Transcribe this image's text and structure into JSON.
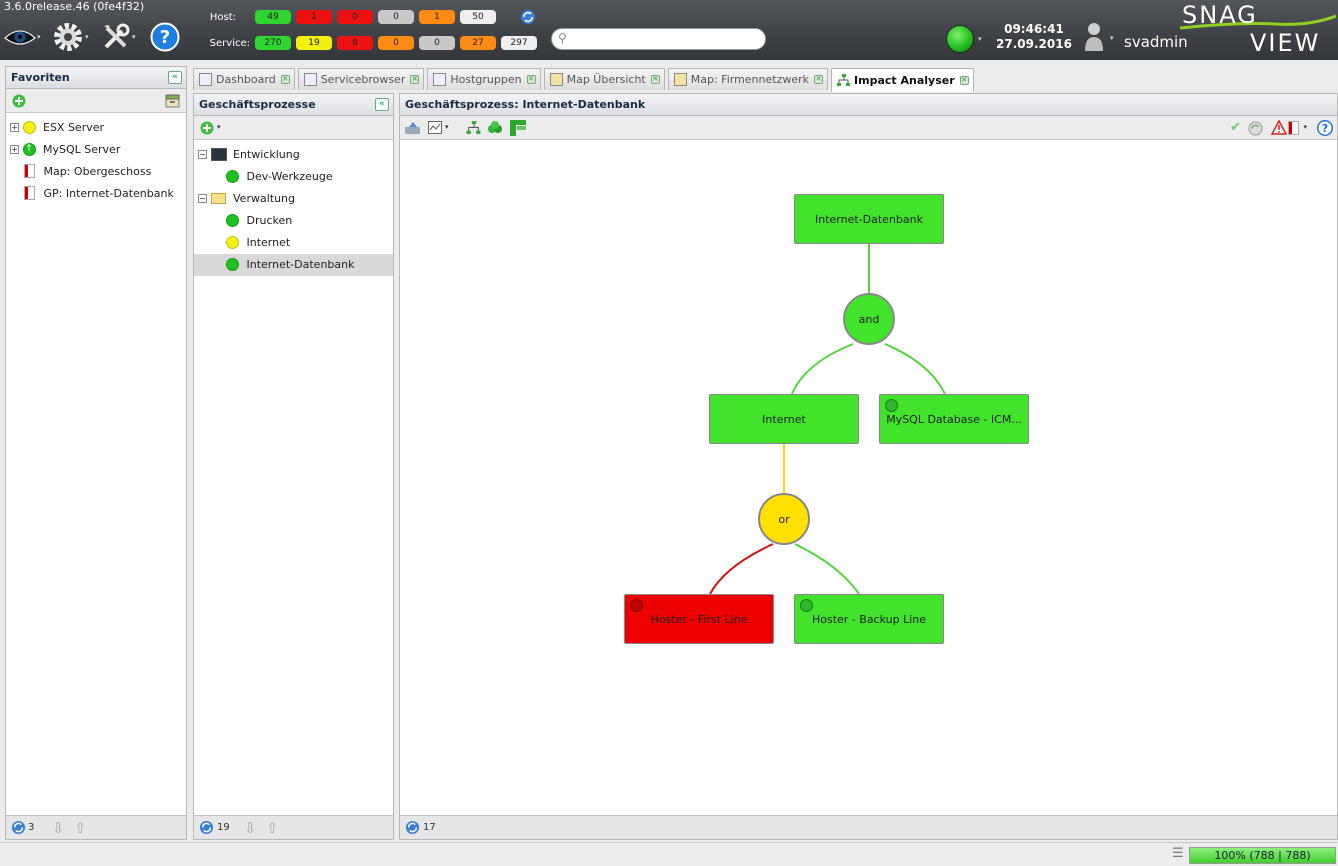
{
  "app": {
    "version": "3.6.0release.46 (0fe4f32)"
  },
  "header": {
    "host_label": "Host:",
    "service_label": "Service:",
    "host_counts": [
      "49",
      "1",
      "0",
      "0",
      "1",
      "50"
    ],
    "service_counts": [
      "270",
      "19",
      "8",
      "0",
      "0",
      "27",
      "297"
    ],
    "search_placeholder": "",
    "time": "09:46:41",
    "date": "27.09.2016",
    "username": "svadmin",
    "logo_top": "SNAG",
    "logo_bottom": "VIEW"
  },
  "favorites": {
    "title": "Favoriten",
    "items": [
      {
        "label": "ESX Server",
        "status": "yellow"
      },
      {
        "label": "MySQL Server",
        "status": "green"
      },
      {
        "label": "Map: Obergeschoss",
        "status": "map"
      },
      {
        "label": "GP: Internet-Datenbank",
        "status": "map"
      }
    ],
    "footer_count": "3"
  },
  "processes": {
    "title": "Geschäftsprozesse",
    "groups": [
      {
        "label": "Entwicklung",
        "children": [
          "Dev-Werkzeuge"
        ]
      },
      {
        "label": "Verwaltung",
        "children": [
          "Drucken",
          "Internet",
          "Internet-Datenbank"
        ]
      }
    ],
    "footer_count": "19"
  },
  "tabs": [
    "Dashboard",
    "Servicebrowser",
    "Hostgruppen",
    "Map Übersicht",
    "Map: Firmennetzwerk",
    "Impact Analyser"
  ],
  "main": {
    "title": "Geschäftsprozess: Internet-Datenbank",
    "footer_count": "17",
    "graph": {
      "root": "Internet-Datenbank",
      "gate1": "and",
      "internet": "Internet",
      "mysql": "MySQL Database - ICM...",
      "gate2": "or",
      "first": "Hoster - First Line",
      "backup": "Hoster - Backup Line"
    }
  },
  "statusbar": {
    "progress": "100% (788 | 788)"
  },
  "colors": {
    "ok": "#41e32b",
    "warning": "#ffe000",
    "critical": "#ee0000"
  }
}
